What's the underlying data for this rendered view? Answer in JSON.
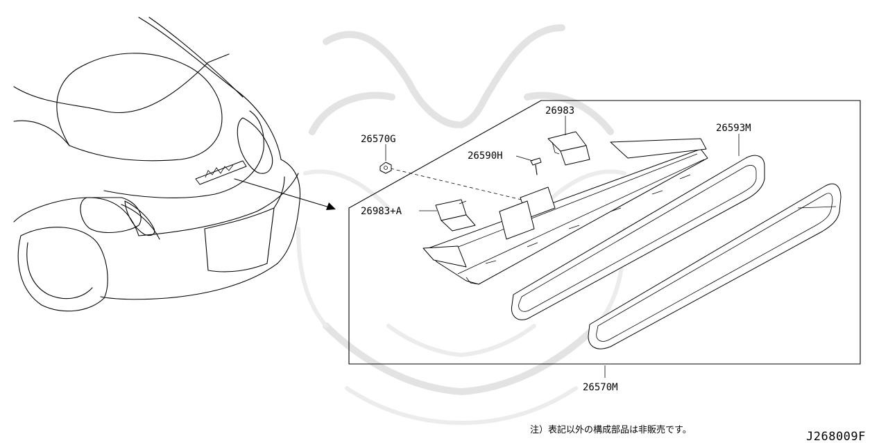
{
  "diagram": {
    "callouts": {
      "c26983": "26983",
      "c26570G": "26570G",
      "c26590H": "26590H",
      "c26983A": "26983+A",
      "c26593M": "26593M",
      "c26570M": "26570M"
    },
    "footnote": "注）表記以外の構成部品は非販売です。",
    "figure_code": "J268009F"
  },
  "colors": {
    "line": "#000000",
    "watermark": "#e3e3e3",
    "background": "#ffffff"
  }
}
